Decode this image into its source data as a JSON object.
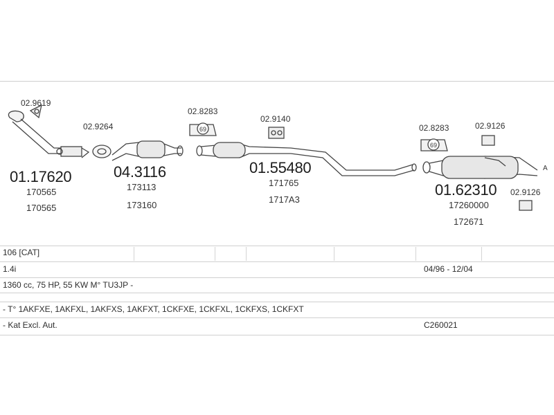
{
  "parts": {
    "p1": {
      "code_small": "02.9619",
      "code_main": "01.17620",
      "sub1": "170565",
      "sub2": "170565"
    },
    "p2": {
      "code_small": "02.9264",
      "code_main": "04.3116",
      "sub1": "173113",
      "sub2": "173160"
    },
    "p3": {
      "code_small": "02.8283"
    },
    "p4": {
      "code_small": "02.9140",
      "code_main": "01.55480",
      "sub1": "171765",
      "sub2": "1717A3"
    },
    "p5": {
      "code_small": "02.8283"
    },
    "p6": {
      "code_small": "02.9126"
    },
    "p7": {
      "code_main": "01.62310",
      "sub1": "17260000",
      "sub2": "172671"
    },
    "p8": {
      "code_small": "02.9126"
    },
    "outlet_mark": "A",
    "bracket_badge": "69"
  },
  "table": {
    "row1_left": "106  [CAT]",
    "row2_left": "1.4i",
    "row2_right": "04/96 - 12/04",
    "row3_left": "1360 cc, 75 HP, 55 KW M° TU3JP -",
    "row4_left": "- T° 1AKFXE, 1AKFXL, 1AKFXS, 1AKFXT, 1CKFXE, 1CKFXL, 1CKFXS, 1CKFXT",
    "row5_left": "- Kat Excl. Aut.",
    "row5_right": "C260021"
  }
}
